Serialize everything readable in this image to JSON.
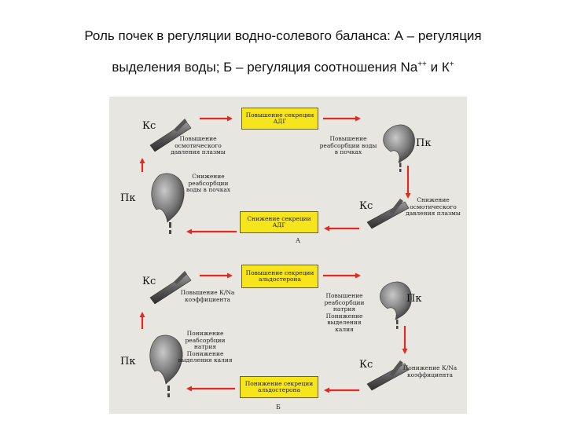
{
  "title": {
    "line1": "Роль почек в регуляции водно-солевого баланса: А – регуляция",
    "line2_a": "выделения воды; Б – регуляция соотношения Na",
    "line2_sup1": "++",
    "line2_b": " и  К",
    "line2_sup2": "+"
  },
  "diagram_a": {
    "box_top": "Повышение секреции АДГ",
    "box_bottom": "Снижение секреции АДГ",
    "ks_top": "Кс",
    "ks_right": "Кс",
    "pk_right": "Пк",
    "pk_left": "Пк",
    "text_top_left": "Повышение осмотического давления плазмы",
    "text_top_right": "Повышение реабсорбции воды в почках",
    "text_left": "Снижение реабсорбции воды в почках",
    "text_right": "Снижение осмотического давления плазмы",
    "caption": "А"
  },
  "diagram_b": {
    "box_top": "Повышение секреции альдостерона",
    "box_bottom": "Понижение секреции альдостерона",
    "ks_top": "Кс",
    "ks_right": "Кс",
    "pk_right": "Пк",
    "pk_left": "Пк",
    "text_top_left": "Повышение К/Na коэффициента",
    "text_top_right": "Повышение реабсорбции натрия Понижение выделения калия",
    "text_left": "Понижение реабсорбции натрия Понижение выделения калия",
    "text_right": "Понижение К/Na коэффициента",
    "caption": "Б"
  },
  "colors": {
    "arrow": "#e02a24",
    "box": "#f6e41c",
    "panel": "#e8e6e1",
    "organ": "#6b6b6b"
  }
}
